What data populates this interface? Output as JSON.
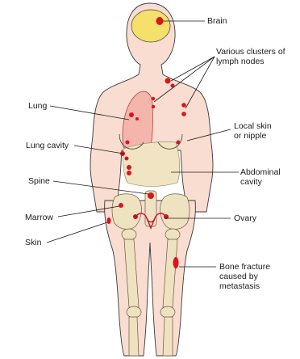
{
  "labels": {
    "brain": "Brain",
    "lymph_line1": "Various clusters of",
    "lymph_line2": "lymph nodes",
    "lung": "Lung",
    "local_skin_line1": "Local skin",
    "local_skin_line2": "or nipple",
    "lung_cavity": "Lung cavity",
    "abdominal_line1": "Abdominal",
    "abdominal_line2": "cavity",
    "spine": "Spine",
    "marrow": "Marrow",
    "ovary": "Ovary",
    "skin": "Skin",
    "bone_fracture_line1": "Bone fracture",
    "bone_fracture_line2": "caused by",
    "bone_fracture_line3": "metastasis"
  },
  "colors": {
    "skin": "#f8ddd0",
    "outline": "#3a3a3a",
    "brain": "#f4e06a",
    "lung": "#f2a7a0",
    "abdomen": "#f1e4c2",
    "bone": "#efe2c0",
    "metastasis": "#d9141e",
    "ovary": "#c8102e"
  }
}
